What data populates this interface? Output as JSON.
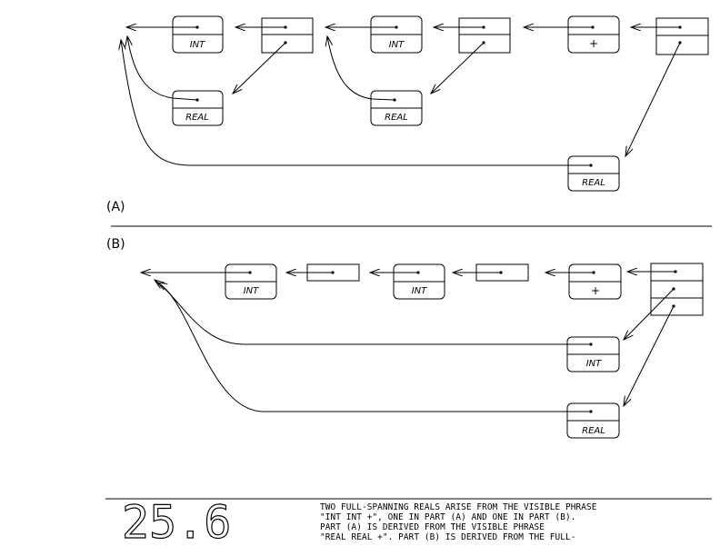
{
  "part_a": {
    "label": "(A)",
    "nodes": {
      "int1": "INT",
      "real1": "REAL",
      "int2": "INT",
      "real2": "REAL",
      "plus": "+",
      "real3": "REAL"
    }
  },
  "part_b": {
    "label": "(B)",
    "nodes": {
      "int1": "INT",
      "int2": "INT",
      "plus": "+",
      "int3": "INT",
      "real": "REAL"
    }
  },
  "figure": {
    "number": "25.6",
    "caption_lines": [
      "TWO FULL-SPANNING REALS ARISE FROM THE VISIBLE PHRASE",
      "\"INT INT +\", ONE IN PART (A) AND ONE IN PART (B).",
      "PART (A) IS DERIVED FROM THE VISIBLE PHRASE",
      "\"REAL REAL +\".  PART (B) IS DERIVED FROM THE FULL-"
    ]
  }
}
